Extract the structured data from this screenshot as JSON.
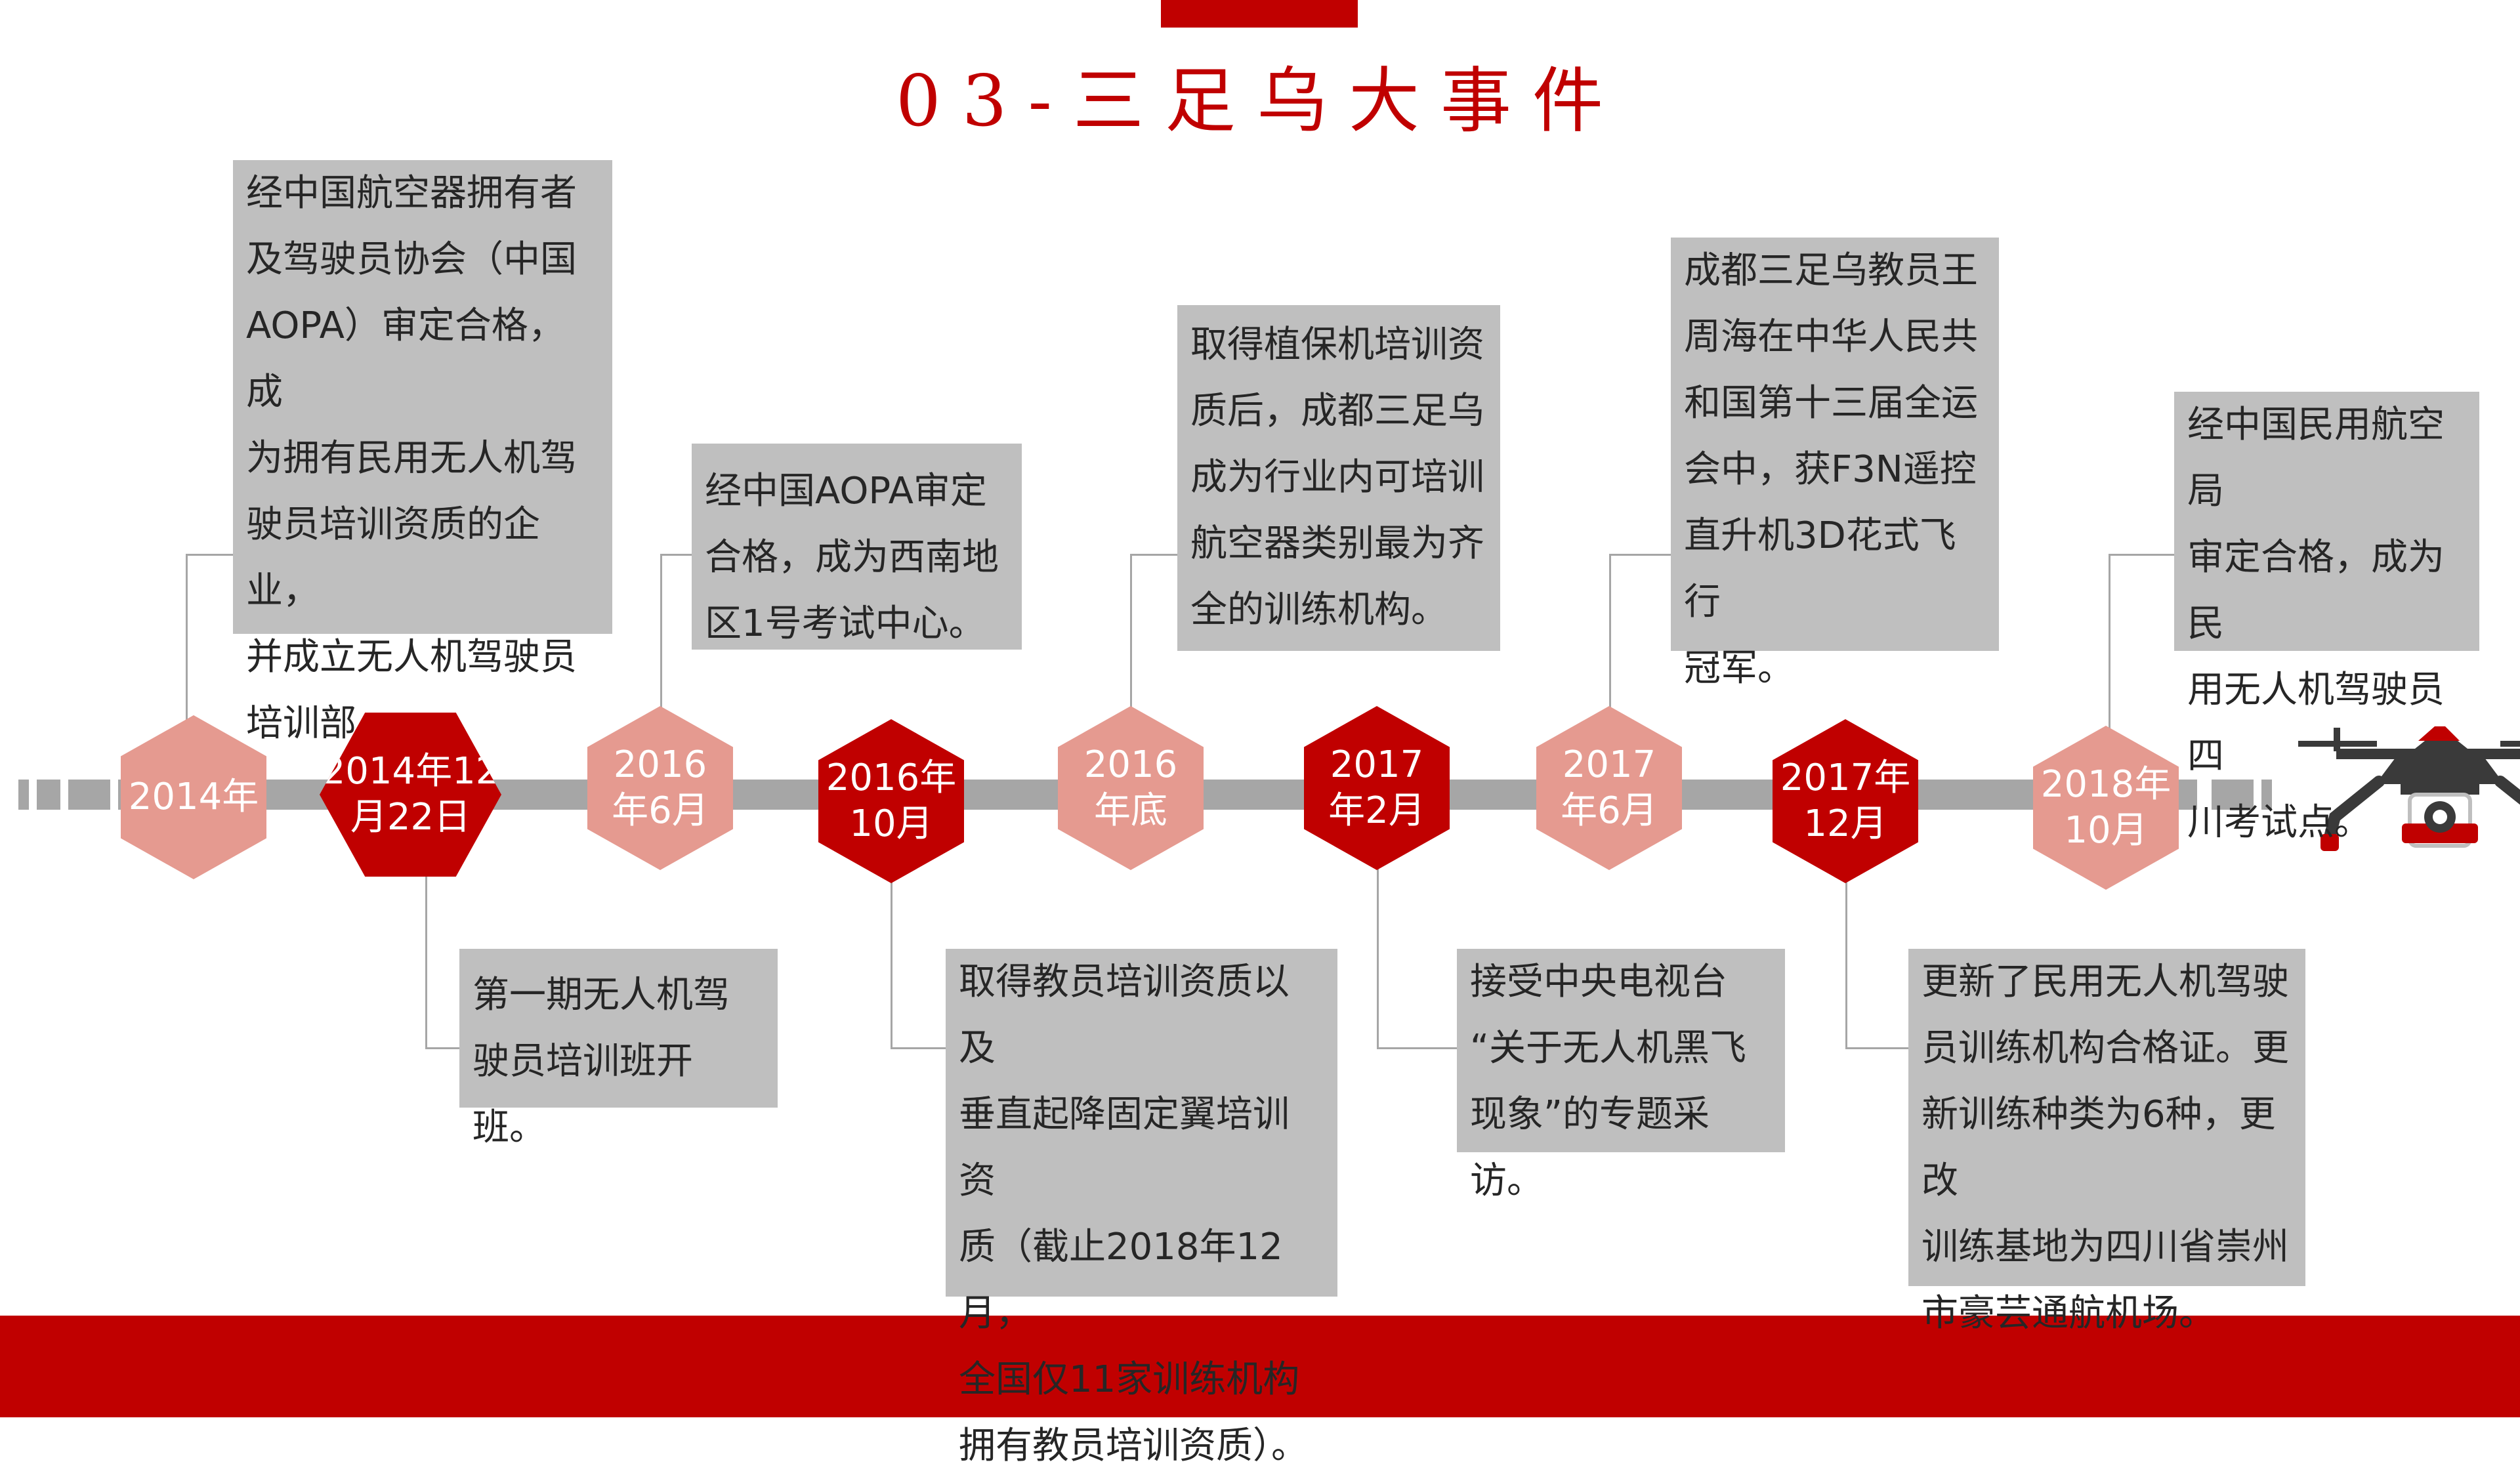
{
  "title": "03-三足乌大事件",
  "colors": {
    "accent": "#c00000",
    "hex_light": "#e59a90",
    "box_bg": "#bfbfbf",
    "axis": "#a6a6a6"
  },
  "icons": {
    "end": "drone-icon"
  },
  "events": [
    {
      "date": "2014年",
      "text": "经中国航空器拥有者\n及驾驶员协会（中国\nAOPA）审定合格，成\n为拥有民用无人机驾\n驶员培训资质的企业，\n并成立无人机驾驶员\n培训部。"
    },
    {
      "date": "2014年12\n月22日",
      "text": "第一期无人机驾\n驶员培训班开班。"
    },
    {
      "date": "2016\n年6月",
      "text": "经中国AOPA审定\n合格，成为西南地\n区1号考试中心。"
    },
    {
      "date": "2016年\n10月",
      "text": "取得教员培训资质以及\n垂直起降固定翼培训资\n质（截止2018年12月，\n全国仅11家训练机构\n拥有教员培训资质）。"
    },
    {
      "date": "2016\n年底",
      "text": "取得植保机培训资\n质后，成都三足乌\n成为行业内可培训\n航空器类别最为齐\n全的训练机构。"
    },
    {
      "date": "2017\n年2月",
      "text": "接受中央电视台\n“关于无人机黑飞\n现象”的专题采访。"
    },
    {
      "date": "2017\n年6月",
      "text": "成都三足乌教员王\n周海在中华人民共\n和国第十三届全运\n会中，获F3N遥控\n直升机3D花式飞行\n冠军。"
    },
    {
      "date": "2017年\n12月",
      "text": "更新了民用无人机驾驶\n员训练机构合格证。更\n新训练种类为6种，更改\n训练基地为四川省崇州\n市豪芸通航机场。"
    },
    {
      "date": "2018年\n10月",
      "text": "经中国民用航空局\n审定合格，成为民\n用无人机驾驶员四\n川考试点。"
    }
  ]
}
